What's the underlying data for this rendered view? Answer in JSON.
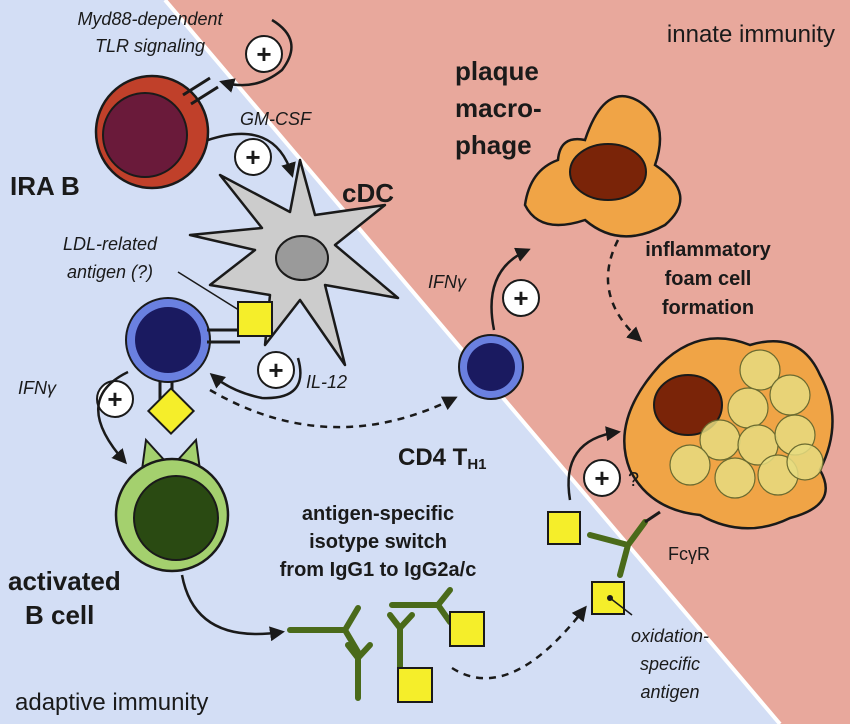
{
  "regions": {
    "innate": "innate immunity",
    "adaptive": "adaptive immunity"
  },
  "cells": {
    "ira_b": "IRA B",
    "cdc": "cDC",
    "macrophage_line1": "plaque",
    "macrophage_line2": "macro-",
    "macrophage_line3": "phage",
    "cd4_main": "CD4 T",
    "cd4_sub": "H1",
    "activated_b_line1": "activated",
    "activated_b_line2": "B cell"
  },
  "labels": {
    "myd88_line1": "Myd88-dependent",
    "myd88_line2": "TLR signaling",
    "gmcsf": "GM-CSF",
    "ldl_line1": "LDL-related",
    "ldl_line2": "antigen (?)",
    "il12": "IL-12",
    "ifng_left": "IFNγ",
    "ifng_right": "IFNγ",
    "foam_line1": "inflammatory",
    "foam_line2": "foam cell",
    "foam_line3": "formation",
    "switch_line1": "antigen-specific",
    "switch_line2": "isotype switch",
    "switch_line3": "from IgG1 to IgG2a/c",
    "fcgr": "FcγR",
    "ox_line1": "oxidation-",
    "ox_line2": "specific",
    "ox_line3": "antigen",
    "question": "?"
  },
  "symbols": {
    "plus": "+"
  },
  "colors": {
    "innate_bg": "#e8a89c",
    "adaptive_bg": "#d3def5",
    "macrophage": "#f0a446",
    "dc": "#cccccc",
    "b_cell": "#a4d06e",
    "t_cell_ring": "#6a80e0",
    "t_cell_core": "#1a1a60",
    "ira_b_ring": "#c0402a",
    "ira_b_core": "#6a1a3a",
    "antigen": "#f5ee2a",
    "antibody": "#4a6a1a"
  }
}
